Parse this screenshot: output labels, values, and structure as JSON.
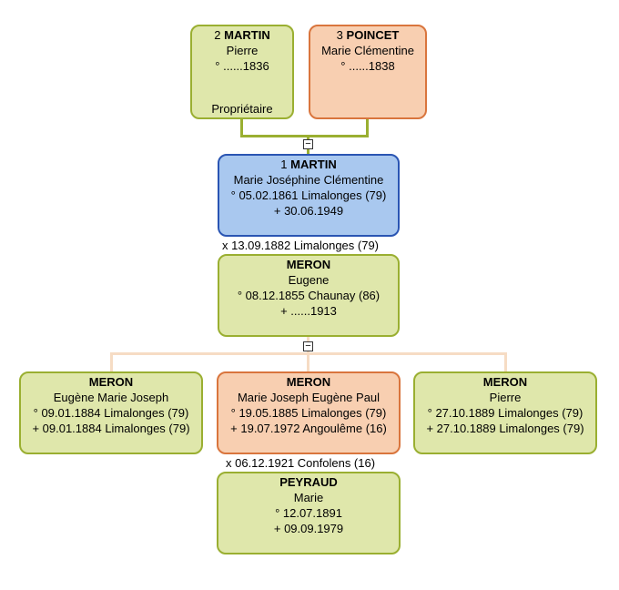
{
  "parents": {
    "father": {
      "num": "2",
      "surname": "MARTIN",
      "given": "Pierre",
      "birth": "° ......1836",
      "occupation": "Propriétaire"
    },
    "mother": {
      "num": "3",
      "surname": "POINCET",
      "given": "Marie Clémentine",
      "birth": "° ......1838"
    }
  },
  "toggles": {
    "parents": "−",
    "children": "−"
  },
  "root": {
    "num": "1",
    "surname": "MARTIN",
    "given": "Marie Joséphine Clémentine",
    "birth": "° 05.02.1861 Limalonges (79)",
    "death": "+ 30.06.1949"
  },
  "marriage1": "x 13.09.1882 Limalonges (79)",
  "spouse": {
    "surname": "MERON",
    "given": "Eugene",
    "birth": "° 08.12.1855 Chaunay (86)",
    "death": "+ ......1913"
  },
  "children": [
    {
      "surname": "MERON",
      "given": "Eugène Marie Joseph",
      "birth": "° 09.01.1884 Limalonges (79)",
      "death": "+ 09.01.1884 Limalonges (79)"
    },
    {
      "surname": "MERON",
      "given": "Marie Joseph Eugène Paul",
      "birth": "° 19.05.1885 Limalonges (79)",
      "death": "+ 19.07.1972 Angoulême (16)"
    },
    {
      "surname": "MERON",
      "given": "Pierre",
      "birth": "° 27.10.1889 Limalonges (79)",
      "death": "+ 27.10.1889 Limalonges (79)"
    }
  ],
  "marriage2": "x 06.12.1921 Confolens (16)",
  "child_spouse": {
    "surname": "PEYRAUD",
    "given": "Marie",
    "birth": "° 12.07.1891",
    "death": "+ 09.09.1979"
  },
  "colors": {
    "green_fill": "#dfe7ab",
    "green_border": "#9aaf31",
    "orange_fill": "#f8cfb1",
    "orange_border": "#d9753d",
    "blue_fill": "#a9c8ef",
    "blue_border": "#2a55b3",
    "child_line": "#f6dcc4"
  }
}
